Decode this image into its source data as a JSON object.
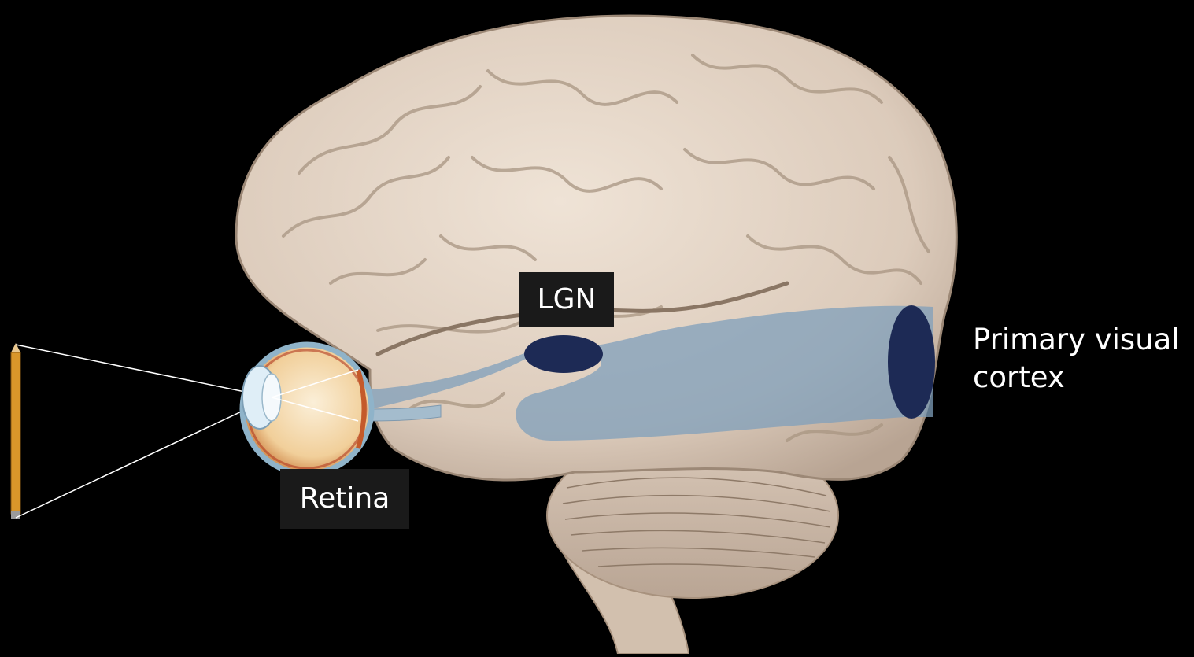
{
  "labels": {
    "lgn": "LGN",
    "retina": "Retina",
    "primary_visual_cortex_line1": "Primary visual",
    "primary_visual_cortex_line2": "cortex"
  },
  "colors": {
    "background": "#000000",
    "brain": "#e6d8ca",
    "visual_pathway": "#7f9fbb",
    "lgn_and_v1": "#1d2a55",
    "label_box": "#1a1a1a",
    "label_text": "#ffffff",
    "pencil": "#d9962a"
  },
  "icons": [
    "pencil-icon",
    "eye-icon",
    "brain-illustration",
    "cerebellum-illustration"
  ]
}
